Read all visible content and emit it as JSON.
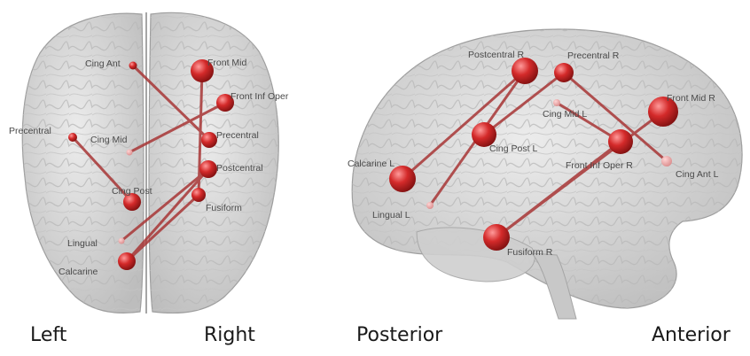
{
  "left_view": {
    "caption_left": "Left",
    "caption_right": "Right",
    "regions": {
      "cing_ant": "Cing Ant",
      "front_mid": "Front Mid",
      "front_inf_oper": "Front Inf Oper",
      "precentral_left": "Precentral",
      "cing_mid": "Cing Mid",
      "precentral_right": "Precentral",
      "postcentral": "Postcentral",
      "cing_post": "Cing Post",
      "fusiform": "Fusiform",
      "lingual": "Lingual",
      "calcarine": "Calcarine"
    }
  },
  "right_view": {
    "caption_posterior": "Posterior",
    "caption_anterior": "Anterior",
    "regions": {
      "postcentral_r": "Postcentral R",
      "precentral_r": "Precentral R",
      "front_mid_r": "Front Mid R",
      "cing_mid_l": "Cing Mid L",
      "cing_post_l": "Cing Post L",
      "calcarine_l": "Calcarine L",
      "front_inf_oper_r": "Front Inf Oper R",
      "cing_ant_l": "Cing Ant L",
      "lingual_l": "Lingual L",
      "fusiform_r": "Fusiform R"
    }
  },
  "colors": {
    "node": "#d42a2a",
    "edge": "#a83636",
    "brain": "#d9d9d9"
  }
}
